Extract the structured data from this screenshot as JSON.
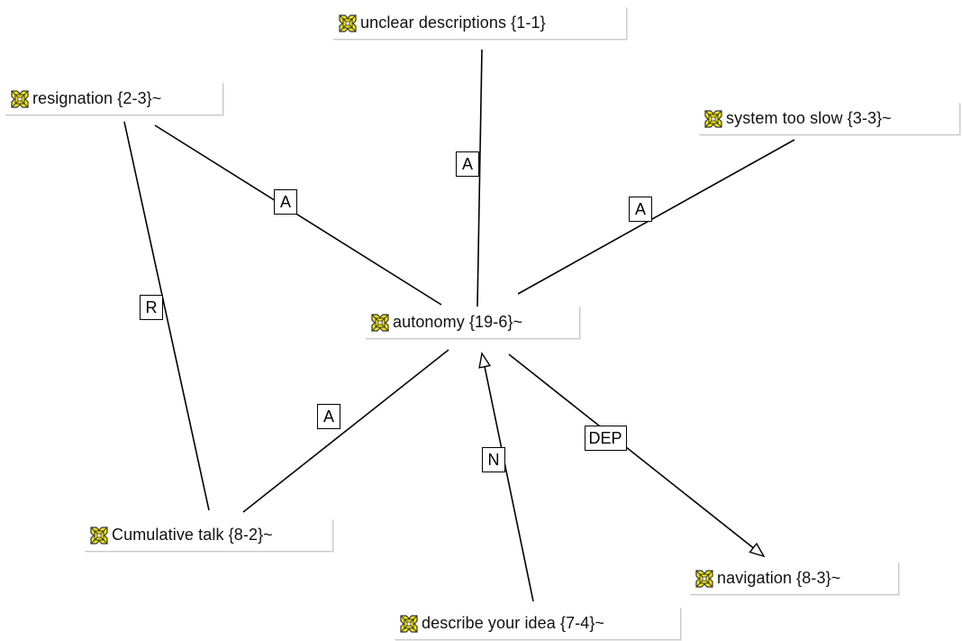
{
  "colors": {
    "icon_fill": "#f2ea12",
    "icon_outline": "#333333",
    "edge": "#000000",
    "node_border": "#c9c9c9",
    "background": "#ffffff"
  },
  "icons": {
    "node_icon": "code-network-icon"
  },
  "nodes": [
    {
      "id": "unclear",
      "label": "unclear descriptions {1-1}"
    },
    {
      "id": "resignation",
      "label": "resignation {2-3}~"
    },
    {
      "id": "slow",
      "label": "system too slow {3-3}~"
    },
    {
      "id": "autonomy",
      "label": "autonomy {19-6}~"
    },
    {
      "id": "cumulative",
      "label": "Cumulative talk {8-2}~"
    },
    {
      "id": "navigation",
      "label": "navigation {8-3}~"
    },
    {
      "id": "describe",
      "label": "describe your idea {7-4}~"
    }
  ],
  "edges": [
    {
      "from": "unclear",
      "to": "autonomy",
      "label": "A",
      "arrow": false
    },
    {
      "from": "resignation",
      "to": "autonomy",
      "label": "A",
      "arrow": false
    },
    {
      "from": "slow",
      "to": "autonomy",
      "label": "A",
      "arrow": false
    },
    {
      "from": "resignation",
      "to": "cumulative",
      "label": "R",
      "arrow": false
    },
    {
      "from": "cumulative",
      "to": "autonomy",
      "label": "A",
      "arrow": false
    },
    {
      "from": "describe",
      "to": "autonomy",
      "label": "N",
      "arrow": true
    },
    {
      "from": "autonomy",
      "to": "navigation",
      "label": "DEP",
      "arrow": true
    }
  ]
}
